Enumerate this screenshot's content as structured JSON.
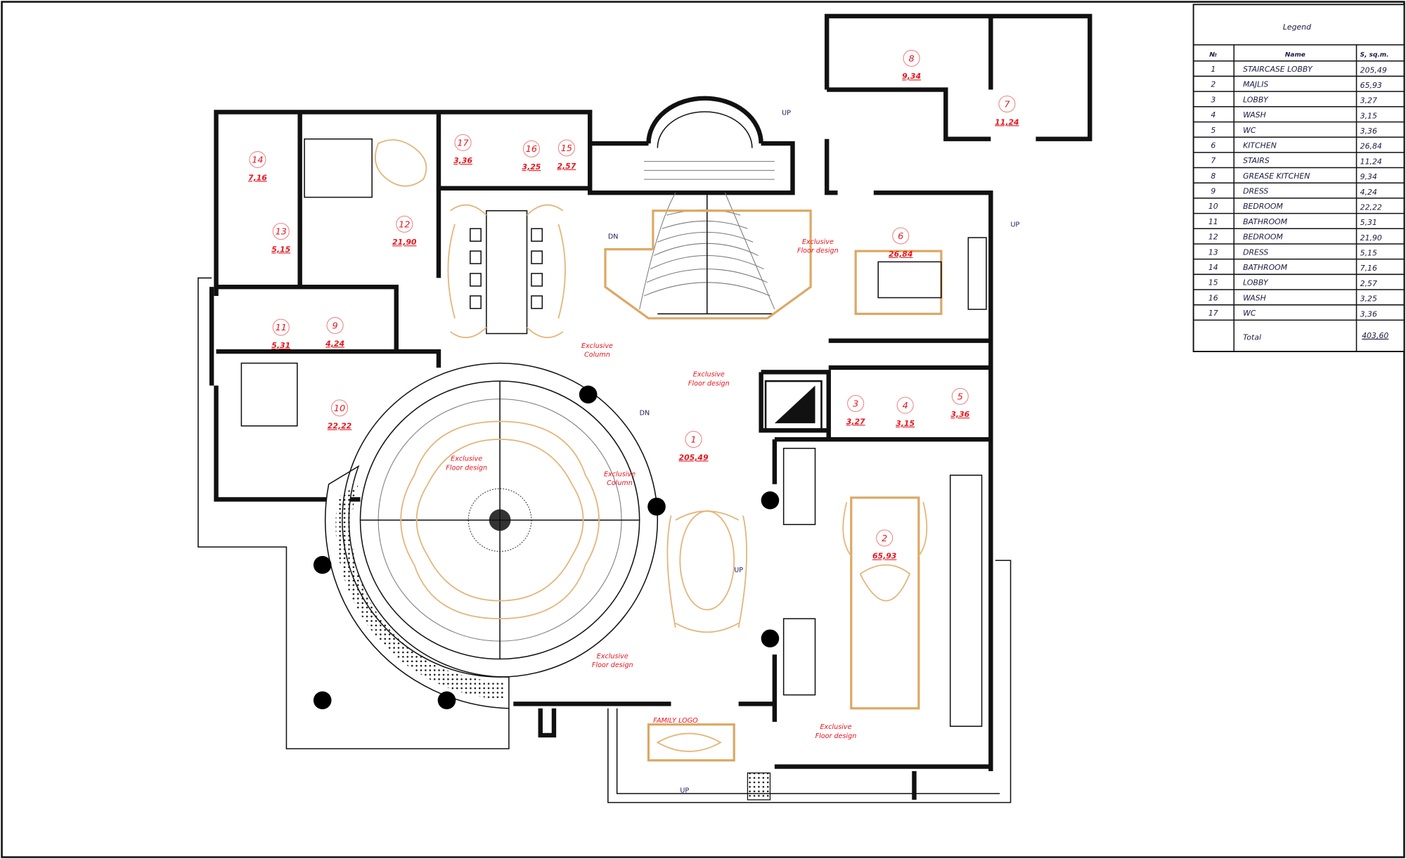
{
  "legend": {
    "title": "Legend",
    "headers": {
      "num": "№",
      "name": "Name",
      "area": "S, sq.m."
    },
    "rows": [
      {
        "num": "1",
        "name": "STAIRCASE LOBBY",
        "area": "205,49"
      },
      {
        "num": "2",
        "name": "MAJLIS",
        "area": "65,93"
      },
      {
        "num": "3",
        "name": "LOBBY",
        "area": "3,27"
      },
      {
        "num": "4",
        "name": "WASH",
        "area": "3,15"
      },
      {
        "num": "5",
        "name": "WC",
        "area": "3,36"
      },
      {
        "num": "6",
        "name": "KITCHEN",
        "area": "26,84"
      },
      {
        "num": "7",
        "name": "STAIRS",
        "area": "11,24"
      },
      {
        "num": "8",
        "name": "GREASE KITCHEN",
        "area": "9,34"
      },
      {
        "num": "9",
        "name": "DRESS",
        "area": "4,24"
      },
      {
        "num": "10",
        "name": "BEDROOM",
        "area": "22,22"
      },
      {
        "num": "11",
        "name": "BATHROOM",
        "area": "5,31"
      },
      {
        "num": "12",
        "name": "BEDROOM",
        "area": "21,90"
      },
      {
        "num": "13",
        "name": "DRESS",
        "area": "5,15"
      },
      {
        "num": "14",
        "name": "BATHROOM",
        "area": "7,16"
      },
      {
        "num": "15",
        "name": "LOBBY",
        "area": "2,57"
      },
      {
        "num": "16",
        "name": "WASH",
        "area": "3,25"
      },
      {
        "num": "17",
        "name": "WC",
        "area": "3,36"
      }
    ],
    "total_label": "Total",
    "total_area": "403,60"
  },
  "annotations": {
    "floor_design": [
      "Exclusive",
      "Floor design"
    ],
    "column": [
      "Exclusive",
      "Column"
    ],
    "family_logo": "FAMILY LOGO",
    "dn": "DN",
    "up": "UP"
  },
  "colors": {
    "walls": "#111111",
    "labels": "#e8141c",
    "decor": "#e3b57a"
  }
}
